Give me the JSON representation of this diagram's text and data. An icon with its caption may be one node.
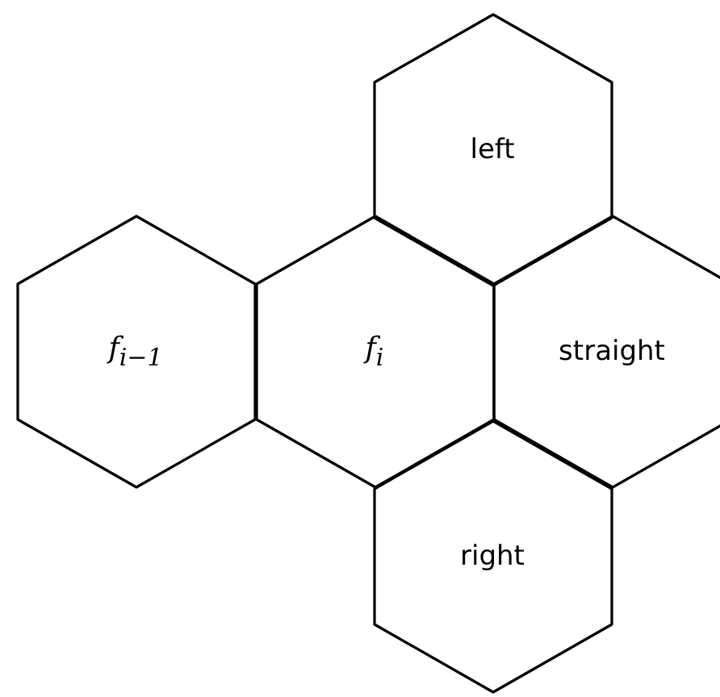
{
  "diagram": {
    "nodes": [
      {
        "text": [
          "left"
        ]
      },
      {
        "text": [
          "f$_{i−1}$"
        ]
      },
      {
        "text": [
          "f$_{i}$"
        ]
      },
      {
        "text": [
          "straight"
        ]
      },
      {
        "text": [
          "right"
        ]
      }
    ]
  }
}
